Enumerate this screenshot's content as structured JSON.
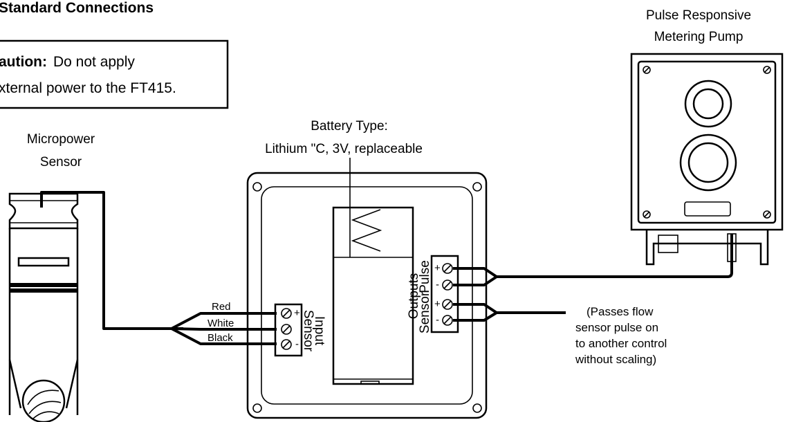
{
  "title": "Standard Connections",
  "caution": {
    "bold": "aution:",
    "line1": "Do not apply",
    "line2": "xternal power to the FT415."
  },
  "sensor": {
    "line1": "Micropower",
    "line2": "Sensor"
  },
  "battery": {
    "line1": "Battery Type:",
    "line2": "Lithium \"C, 3V, replaceable"
  },
  "pump": {
    "line1": "Pulse Responsive",
    "line2": "Metering Pump"
  },
  "wires": {
    "red": "Red",
    "white": "White",
    "black": "Black"
  },
  "sensor_input": {
    "line1": "Sensor",
    "line2": "Input"
  },
  "outputs": {
    "line1": "Outputs",
    "line2": "Sensor",
    "line3": "Pulse"
  },
  "terminal_signs": {
    "plus": "+",
    "minus": "-"
  },
  "passes_note": [
    "(Passes flow",
    "sensor pulse on",
    "to another control",
    "without scaling)"
  ]
}
